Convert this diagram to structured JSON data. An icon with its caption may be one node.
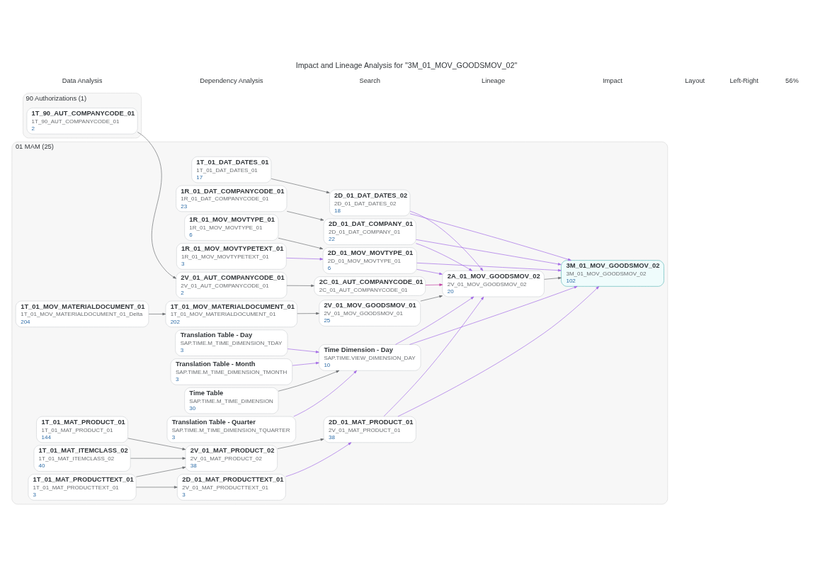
{
  "diagram": {
    "title": "Impact and Lineage Analysis for \"3M_01_MOV_GOODSMOV_02\"",
    "nodes": [
      {
        "text": [
          "90 Authorizations (1)"
        ]
      },
      {
        "text": [
          "1T_90_AUT_COMPANYCODE_01",
          "1T_90_AUT_COMPANYCODE_01",
          "2"
        ],
        "in": 0
      },
      {
        "text": [
          "01 MAM (25)"
        ]
      },
      {
        "text": [
          "1T_01_MAT_PRODUCTTEXT_01",
          "1T_01_MAT_PRODUCTTEXT_01",
          "3"
        ],
        "in": 2
      },
      {
        "text": [
          "1T_01_MAT_PRODUCT_01",
          "1T_01_MAT_PRODUCT_01",
          "144"
        ],
        "in": 2
      },
      {
        "text": [
          "1T_01_MAT_ITEMCLASS_02",
          "1T_01_MAT_ITEMCLASS_02",
          "40"
        ],
        "in": 2
      },
      {
        "text": [
          "2D_01_MAT_PRODUCTTEXT_01",
          "2V_01_MAT_PRODUCTTEXT_01",
          "3"
        ],
        "in": 2
      },
      {
        "text": [
          "2V_01_MAT_PRODUCT_02",
          "2V_01_MAT_PRODUCT_02",
          "38"
        ],
        "in": 2
      },
      {
        "text": [
          "2D_01_MAT_PRODUCT_01",
          "2V_01_MAT_PRODUCT_01",
          "38"
        ],
        "in": 2
      },
      {
        "text": [
          "1T_01_DAT_DATES_01",
          "1T_01_DAT_DATES_01",
          "17"
        ],
        "in": 2
      },
      {
        "text": [
          "2D_01_DAT_DATES_02",
          "2D_01_DAT_DATES_02",
          "18"
        ],
        "in": 2
      },
      {
        "text": [
          "2V_01_AUT_COMPANYCODE_01",
          "2V_01_AUT_COMPANYCODE_01",
          "2"
        ],
        "in": 2
      },
      {
        "text": [
          "2C_01_AUT_COMPANYCODE_01",
          "2C_01_AUT_COMPANYCODE_01"
        ],
        "in": 2
      },
      {
        "text": [
          "1T_01_MOV_MATERIALDOCUMENT_01",
          "1T_01_MOV_MATERIALDOCUMENT_01_Delta",
          "204"
        ],
        "in": 2
      },
      {
        "text": [
          "1T_01_MOV_MATERIALDOCUMENT_01",
          "1T_01_MOV_MATERIALDOCUMENT_01",
          "202"
        ],
        "in": 2
      },
      {
        "text": [
          "2V_01_MOV_GOODSMOV_01",
          "2V_01_MOV_GOODSMOV_01",
          "25"
        ],
        "in": 2
      },
      {
        "text": [
          "2A_01_MOV_GOODSMOV_02",
          "2V_01_MOV_GOODSMOV_02",
          "20"
        ],
        "in": 2
      },
      {
        "text": [
          "3M_01_MOV_GOODSMOV_02",
          "3M_01_MOV_GOODSMOV_02",
          "102"
        ],
        "in": 2
      },
      {
        "text": [
          "1R_01_DAT_COMPANYCODE_01",
          "1R_01_DAT_COMPANYCODE_01",
          "23"
        ],
        "in": 2
      },
      {
        "text": [
          "2D_01_DAT_COMPANY_01",
          "2D_01_DAT_COMPANY_01",
          "22"
        ],
        "in": 2
      },
      {
        "text": [
          "1R_01_MOV_MOVTYPE_01",
          "1R_01_MOV_MOVTYPE_01",
          "6"
        ],
        "in": 2
      },
      {
        "text": [
          "2D_01_MOV_MOVTYPE_01",
          "2D_01_MOV_MOVTYPE_01",
          "6"
        ],
        "in": 2
      },
      {
        "text": [
          "1R_01_MOV_MOVTYPETEXT_01",
          "1R_01_MOV_MOVTYPETEXT_01",
          "3"
        ],
        "in": 2
      },
      {
        "text": [
          "Translation Table - Day",
          "SAP.TIME.M_TIME_DIMENSION_TDAY",
          "3"
        ],
        "in": 2
      },
      {
        "text": [
          "Translation Table - Month",
          "SAP.TIME.M_TIME_DIMENSION_TMONTH",
          "3"
        ],
        "in": 2
      },
      {
        "text": [
          "Time Table",
          "SAP.TIME.M_TIME_DIMENSION",
          "30"
        ],
        "in": 2
      },
      {
        "text": [
          "Translation Table - Quarter",
          "SAP.TIME.M_TIME_DIMENSION_TQUARTER",
          "3"
        ],
        "in": 2
      },
      {
        "text": [
          "Time Dimension - Day",
          "SAP.TIME.VIEW_DIMENSION_DAY",
          "10"
        ],
        "in": 2
      }
    ],
    "edges": [
      {
        "from": 3,
        "to": 6,
        "arrow": "to"
      },
      {
        "from": 3,
        "to": 7,
        "arrow": "to"
      },
      {
        "from": 4,
        "to": 7,
        "arrow": "to"
      },
      {
        "from": 5,
        "to": 7,
        "arrow": "to"
      },
      {
        "from": 6,
        "to": 8,
        "arrow": "to",
        "color": "#a066e6"
      },
      {
        "from": 7,
        "to": 8,
        "arrow": "to"
      },
      {
        "from": 9,
        "to": 10,
        "arrow": "to"
      },
      {
        "from": 1,
        "to": 11,
        "arrow": "to"
      },
      {
        "from": 11,
        "to": 12,
        "arrow": "to"
      },
      {
        "from": 13,
        "to": 14,
        "arrow": "to"
      },
      {
        "from": 14,
        "to": 15,
        "arrow": "to"
      },
      {
        "from": 18,
        "to": 19,
        "arrow": "to"
      },
      {
        "from": 20,
        "to": 21,
        "arrow": "to"
      },
      {
        "from": 22,
        "to": 21,
        "arrow": "to",
        "color": "#a066e6"
      },
      {
        "from": 23,
        "to": 27,
        "arrow": "to",
        "color": "#a066e6"
      },
      {
        "from": 24,
        "to": 27,
        "arrow": "to",
        "color": "#a066e6"
      },
      {
        "from": 25,
        "to": 27,
        "arrow": "to"
      },
      {
        "from": 26,
        "to": 27,
        "arrow": "to",
        "color": "#a066e6"
      },
      {
        "from": 8,
        "to": 16,
        "arrow": "to",
        "color": "#a066e6"
      },
      {
        "from": 10,
        "to": 16,
        "arrow": "to",
        "color": "#a066e6"
      },
      {
        "from": 12,
        "to": 16,
        "arrow": "to",
        "color": "#c0399f"
      },
      {
        "from": 15,
        "to": 16,
        "arrow": "to"
      },
      {
        "from": 19,
        "to": 16,
        "arrow": "to",
        "color": "#a066e6"
      },
      {
        "from": 21,
        "to": 16,
        "arrow": "to",
        "color": "#a066e6"
      },
      {
        "from": 27,
        "to": 16,
        "arrow": "to",
        "color": "#a066e6"
      },
      {
        "from": 8,
        "to": 17,
        "arrow": "to",
        "color": "#a066e6"
      },
      {
        "from": 10,
        "to": 17,
        "arrow": "to",
        "color": "#a066e6"
      },
      {
        "from": 16,
        "to": 17,
        "arrow": "to"
      },
      {
        "from": 19,
        "to": 17,
        "arrow": "to",
        "color": "#a066e6"
      },
      {
        "from": 21,
        "to": 17,
        "arrow": "to",
        "color": "#a066e6"
      },
      {
        "from": 27,
        "to": 17,
        "arrow": "to",
        "color": "#a066e6"
      }
    ],
    "labels": [
      "Data Analysis",
      "Dependency Analysis",
      "Search",
      "Lineage",
      "Impact",
      "Layout",
      "Left-Right",
      "56%"
    ]
  }
}
